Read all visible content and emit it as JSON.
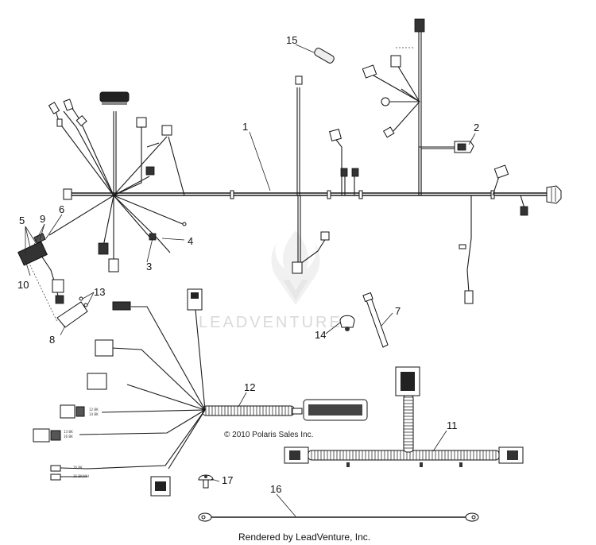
{
  "diagram": {
    "callouts": {
      "c1": "1",
      "c2": "2",
      "c3": "3",
      "c4": "4",
      "c5": "5",
      "c6": "6",
      "c7": "7",
      "c8": "8",
      "c9": "9",
      "c10": "10",
      "c11": "11",
      "c12": "12",
      "c13": "13",
      "c14": "14",
      "c15": "15",
      "c16": "16",
      "c17": "17"
    },
    "copyright": "© 2010 Polaris Sales Inc.",
    "watermark": "LEADVENTURE",
    "footer": "Rendered by LeadVenture, Inc."
  },
  "colors": {
    "line": "#1a1a1a",
    "watermark": "#d9d9d9",
    "background": "#ffffff"
  },
  "icons": [
    "leadventure-watermark-logo"
  ]
}
